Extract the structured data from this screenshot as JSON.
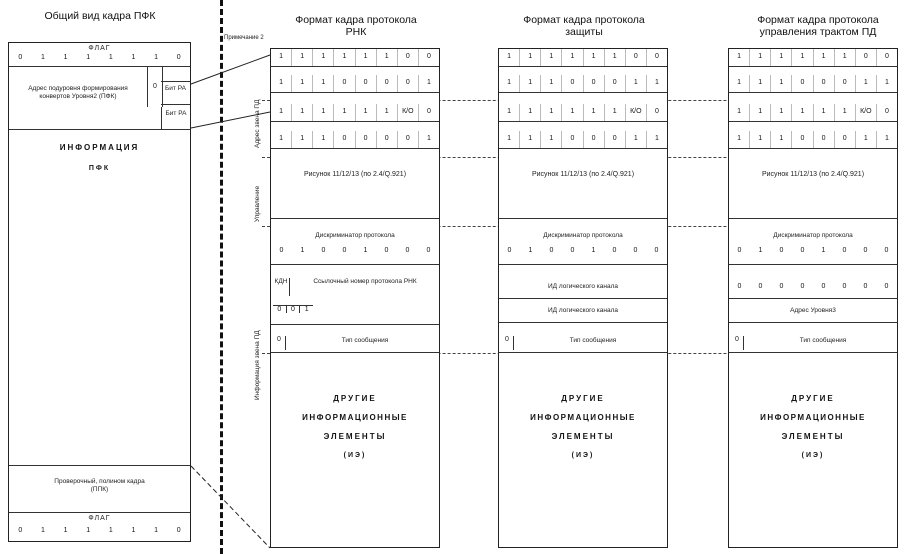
{
  "pfk": {
    "title": "Общий вид кадра ПФК",
    "flag_label": "ФЛАГ",
    "flag_bits": [
      "0",
      "1",
      "1",
      "1",
      "1",
      "1",
      "1",
      "0"
    ],
    "address_label": "Адрес подуровня формирования конвертов Уровня2 (ПФК)",
    "address_bit": "0",
    "bit_ra": "Бит РА",
    "info_label": "ИНФОРМАЦИЯ",
    "info_sub": "ПФК",
    "fcs_label": "Проверочный, полином кадра (ППК)",
    "flag2_label": "ФЛАГ",
    "flag2_bits": [
      "0",
      "1",
      "1",
      "1",
      "1",
      "1",
      "1",
      "0"
    ]
  },
  "note": "Примечание 2",
  "side_labels": {
    "address": "Адрес звена ПД",
    "control": "Управление",
    "info": "Информация звена ПД"
  },
  "columns": [
    {
      "title": "Формат кадра протокола РНК",
      "row1": [
        "1",
        "1",
        "1",
        "1",
        "1",
        "1",
        "0",
        "0"
      ],
      "row2": [
        "1",
        "1",
        "1",
        "0",
        "0",
        "0",
        "0",
        "1"
      ],
      "row3": [
        "1",
        "1",
        "1",
        "1",
        "1",
        "1",
        "К/О",
        "0"
      ],
      "row4": [
        "1",
        "1",
        "1",
        "0",
        "0",
        "0",
        "0",
        "1"
      ],
      "control": "Рисунок 11/12/13 (по 2.4/Q.921)",
      "disc_label": "Дискриминатор протокола",
      "disc_bits": [
        "0",
        "1",
        "0",
        "0",
        "1",
        "0",
        "0",
        "0"
      ],
      "kdn": "КДН",
      "ref_label": "Ссылочный номер протокола РНК",
      "bits3": [
        "0",
        "0",
        "1"
      ],
      "msg_bit": "0",
      "msg_label": "Тип сообщения",
      "other1": "ДРУГИЕ",
      "other2": "ИНФОРМАЦИОННЫЕ",
      "other3": "ЭЛЕМЕНТЫ",
      "other4": "(ИЭ)"
    },
    {
      "title": "Формат кадра протокола защиты",
      "row1": [
        "1",
        "1",
        "1",
        "1",
        "1",
        "1",
        "0",
        "0"
      ],
      "row2": [
        "1",
        "1",
        "1",
        "0",
        "0",
        "0",
        "1",
        "1"
      ],
      "row3": [
        "1",
        "1",
        "1",
        "1",
        "1",
        "1",
        "К/О",
        "0"
      ],
      "row4": [
        "1",
        "1",
        "1",
        "0",
        "0",
        "0",
        "1",
        "1"
      ],
      "control": "Рисунок 11/12/13 (по 2.4/Q.921)",
      "disc_label": "Дискриминатор протокола",
      "disc_bits": [
        "0",
        "1",
        "0",
        "0",
        "1",
        "0",
        "0",
        "0"
      ],
      "ld1": "ИД логического канала",
      "ld2": "ИД логического канала",
      "msg_bit": "0",
      "msg_label": "Тип сообщения",
      "other1": "ДРУГИЕ",
      "other2": "ИНФОРМАЦИОННЫЕ",
      "other3": "ЭЛЕМЕНТЫ",
      "other4": "(ИЭ)"
    },
    {
      "title": "Формат кадра протокола управления трактом ПД",
      "row1": [
        "1",
        "1",
        "1",
        "1",
        "1",
        "1",
        "0",
        "0"
      ],
      "row2": [
        "1",
        "1",
        "1",
        "0",
        "0",
        "0",
        "1",
        "1"
      ],
      "row3": [
        "1",
        "1",
        "1",
        "1",
        "1",
        "1",
        "К/О",
        "0"
      ],
      "row4": [
        "1",
        "1",
        "1",
        "0",
        "0",
        "0",
        "1",
        "1"
      ],
      "control": "Рисунок 11/12/13 (по 2.4/Q.921)",
      "disc_label": "Дискриминатор протокола",
      "disc_bits": [
        "0",
        "1",
        "0",
        "0",
        "1",
        "0",
        "0",
        "0"
      ],
      "zero_bits": [
        "0",
        "0",
        "0",
        "0",
        "0",
        "0",
        "0",
        "0"
      ],
      "addr3": "Адрес Уровня3",
      "msg_bit": "0",
      "msg_label": "Тип сообщения",
      "other1": "ДРУГИЕ",
      "other2": "ИНФОРМАЦИОННЫЕ",
      "other3": "ЭЛЕМЕНТЫ",
      "other4": "(ИЭ)"
    }
  ]
}
